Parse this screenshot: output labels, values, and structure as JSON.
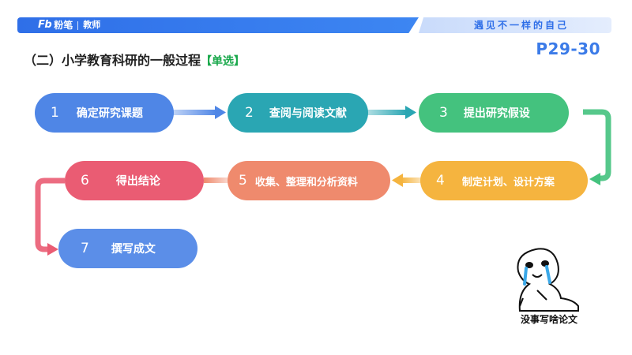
{
  "header": {
    "brand": "Fb",
    "brand_name": "粉笔",
    "role": "教师",
    "slogan": "遇见不一样的自己"
  },
  "page_ref": "P29-30",
  "title": {
    "text": "（二）小学教育科研的一般过程",
    "tag": "【单选】"
  },
  "steps": [
    {
      "num": "1",
      "label": "确定研究课题",
      "color": "#4f86e6"
    },
    {
      "num": "2",
      "label": "查阅与阅读文献",
      "color": "#2aa6b3"
    },
    {
      "num": "3",
      "label": "提出研究假设",
      "color": "#44c27e"
    },
    {
      "num": "4",
      "label": "制定计划、设计方案",
      "color": "#f5b43f"
    },
    {
      "num": "5",
      "label": "收集、整理和分析资料",
      "color": "#ef8a6d"
    },
    {
      "num": "6",
      "label": "得出结论",
      "color": "#ea5c73"
    },
    {
      "num": "7",
      "label": "撰写成文",
      "color": "#5b8ee8"
    }
  ],
  "sticker": {
    "caption": "没事写啥论文"
  }
}
